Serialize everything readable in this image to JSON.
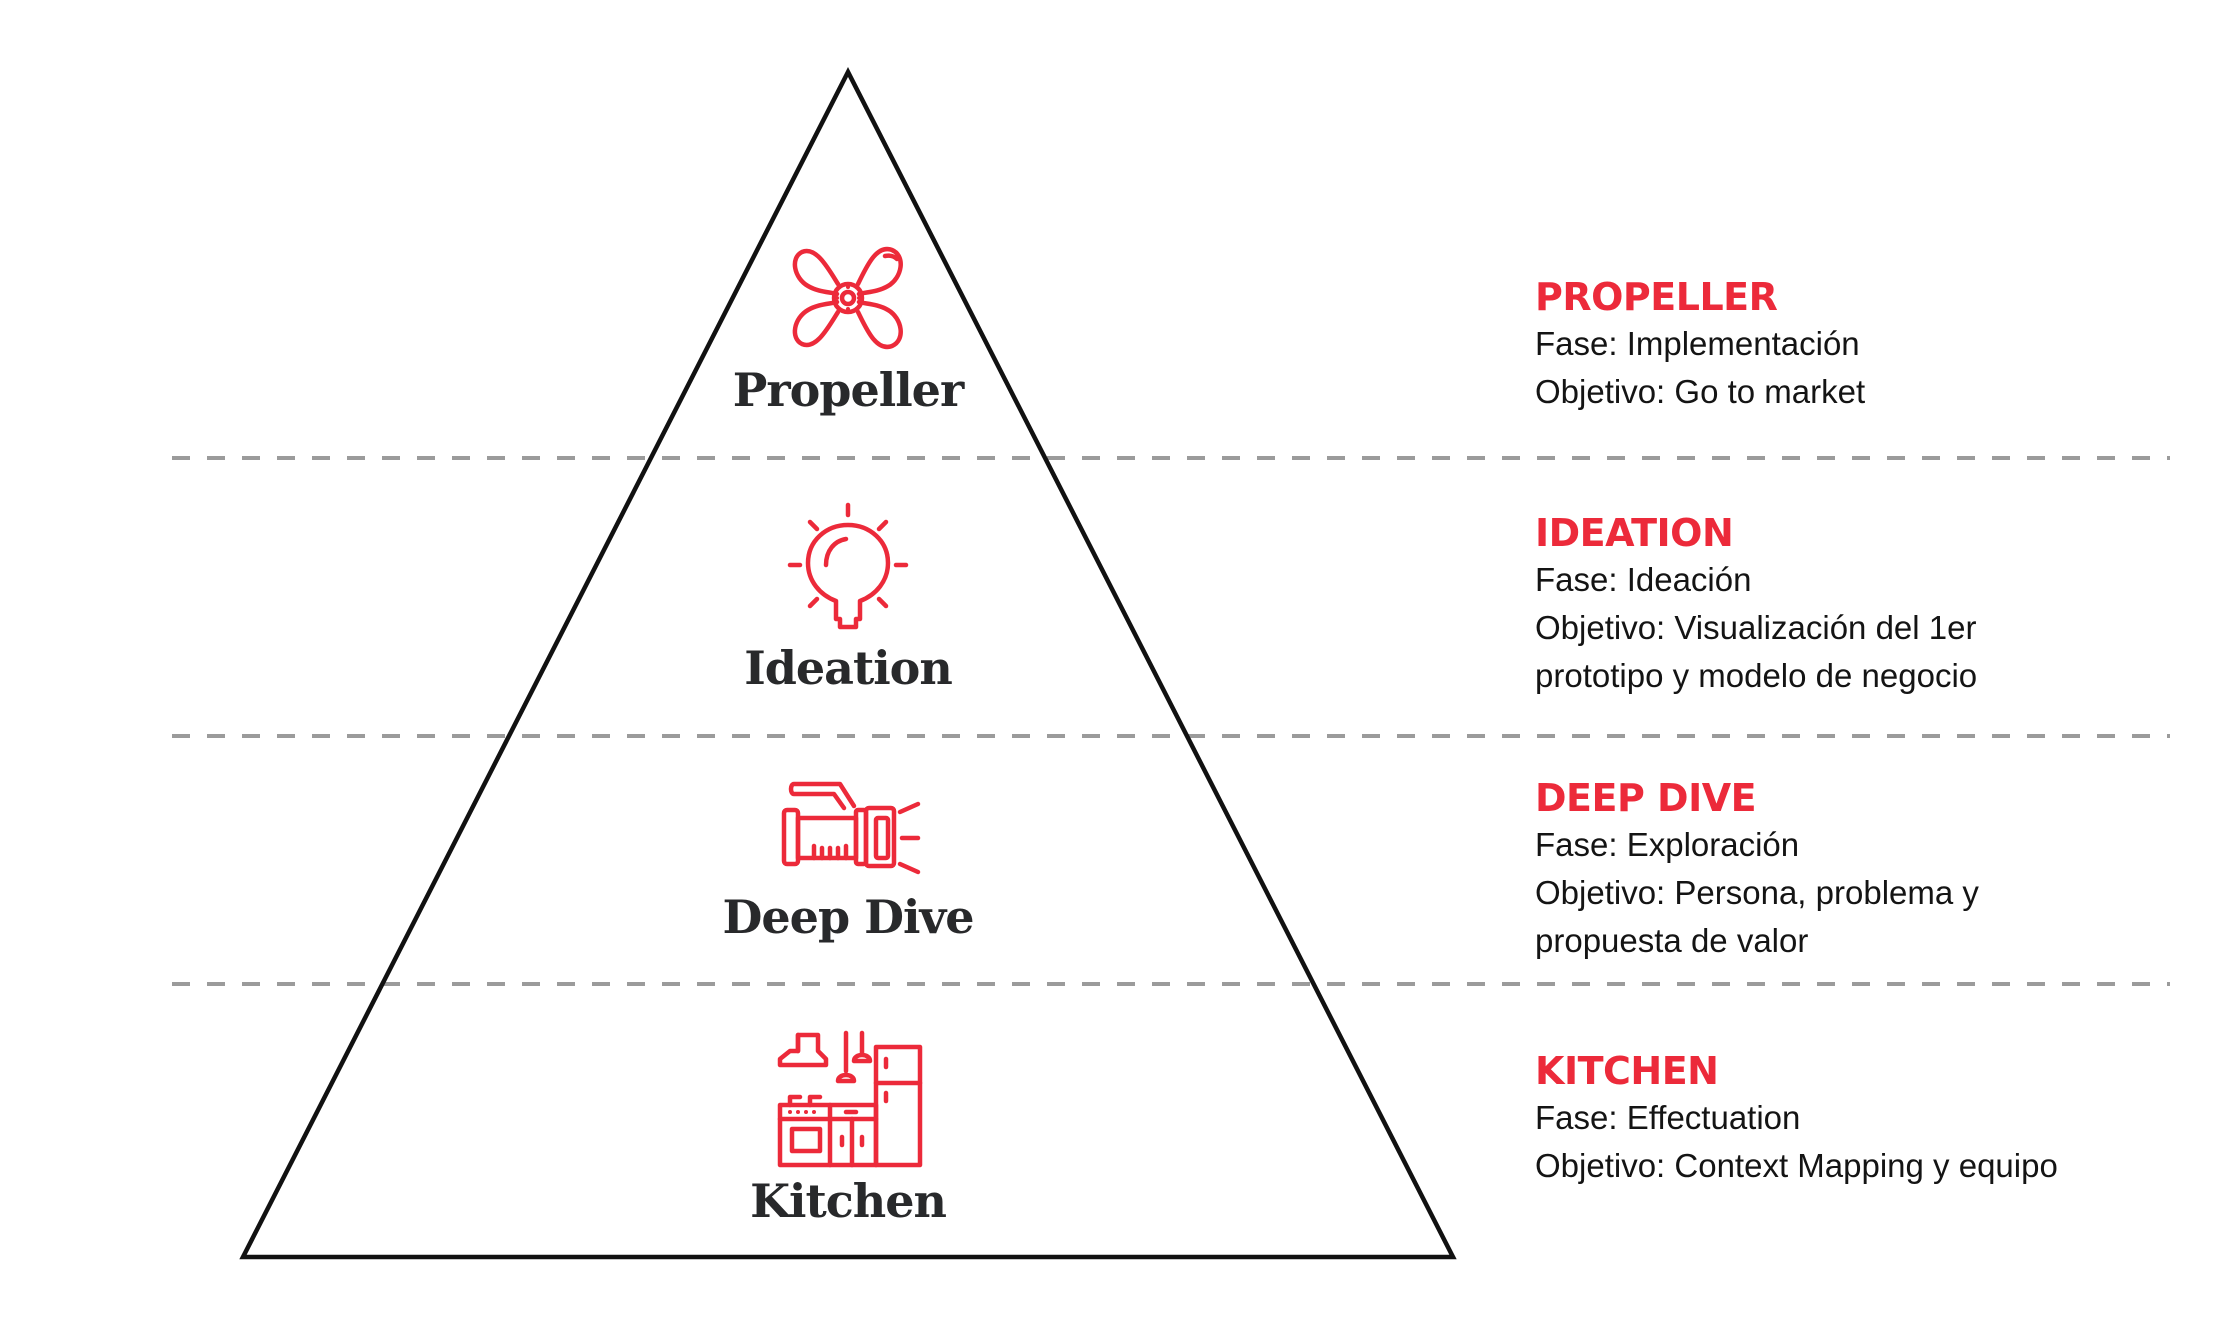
{
  "diagram": {
    "type": "pyramid",
    "colors": {
      "accent": "#ec2a3a",
      "label_text": "#28292b",
      "body_text": "#141414",
      "outline": "#111111",
      "divider": "#9b9b9b"
    },
    "tiers": [
      {
        "label": "Propeller",
        "icon": "propeller-icon",
        "title": "PROPELLER",
        "fase": "Fase: Implementación",
        "objetivo_lines": [
          "Objetivo: Go to market"
        ]
      },
      {
        "label": "Ideation",
        "icon": "lightbulb-icon",
        "title": "IDEATION",
        "fase": "Fase: Ideación",
        "objetivo_lines": [
          "Objetivo: Visualización del 1er",
          "prototipo y modelo de negocio"
        ]
      },
      {
        "label": "Deep Dive",
        "icon": "flashlight-icon",
        "title": "DEEP DIVE",
        "fase": "Fase: Exploración",
        "objetivo_lines": [
          "Objetivo: Persona, problema y",
          "propuesta de valor"
        ]
      },
      {
        "label": "Kitchen",
        "icon": "kitchen-icon",
        "title": "KITCHEN",
        "fase": "Fase: Effectuation",
        "objetivo_lines": [
          "Objetivo: Context Mapping y equipo"
        ]
      }
    ]
  }
}
